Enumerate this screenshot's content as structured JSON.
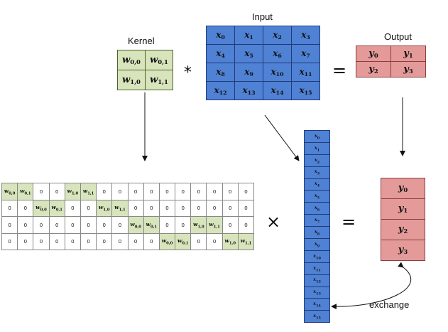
{
  "labels": {
    "kernel": "Kernel",
    "input": "Input",
    "output": "Output",
    "exchange": "exchange"
  },
  "operators": {
    "convolve": "*",
    "equals_top": "=",
    "times": "×",
    "equals_bottom": "="
  },
  "kernel": [
    [
      {
        "s": "w",
        "i": "0,0"
      },
      {
        "s": "w",
        "i": "0,1"
      }
    ],
    [
      {
        "s": "w",
        "i": "1,0"
      },
      {
        "s": "w",
        "i": "1,1"
      }
    ]
  ],
  "input": [
    [
      {
        "s": "x",
        "i": "0"
      },
      {
        "s": "x",
        "i": "1"
      },
      {
        "s": "x",
        "i": "2"
      },
      {
        "s": "x",
        "i": "3"
      }
    ],
    [
      {
        "s": "x",
        "i": "4"
      },
      {
        "s": "x",
        "i": "5"
      },
      {
        "s": "x",
        "i": "6"
      },
      {
        "s": "x",
        "i": "7"
      }
    ],
    [
      {
        "s": "x",
        "i": "8"
      },
      {
        "s": "x",
        "i": "9"
      },
      {
        "s": "x",
        "i": "10"
      },
      {
        "s": "x",
        "i": "11"
      }
    ],
    [
      {
        "s": "x",
        "i": "12"
      },
      {
        "s": "x",
        "i": "13"
      },
      {
        "s": "x",
        "i": "14"
      },
      {
        "s": "x",
        "i": "15"
      }
    ]
  ],
  "output": [
    [
      {
        "s": "y",
        "i": "0"
      },
      {
        "s": "y",
        "i": "1"
      }
    ],
    [
      {
        "s": "y",
        "i": "2"
      },
      {
        "s": "y",
        "i": "3"
      }
    ]
  ],
  "sparse_matrix": [
    [
      "w0,0",
      "w0,1",
      "0",
      "0",
      "w1,0",
      "w1,1",
      "0",
      "0",
      "0",
      "0",
      "0",
      "0",
      "0",
      "0",
      "0",
      "0"
    ],
    [
      "0",
      "0",
      "w0,0",
      "w0,1",
      "0",
      "0",
      "w1,0",
      "w1,1",
      "0",
      "0",
      "0",
      "0",
      "0",
      "0",
      "0",
      "0"
    ],
    [
      "0",
      "0",
      "0",
      "0",
      "0",
      "0",
      "0",
      "0",
      "w0,0",
      "w0,1",
      "0",
      "0",
      "w1,0",
      "w1,1",
      "0",
      "0"
    ],
    [
      "0",
      "0",
      "0",
      "0",
      "0",
      "0",
      "0",
      "0",
      "0",
      "0",
      "w0,0",
      "w0,1",
      "0",
      "0",
      "w1,0",
      "w1,1"
    ]
  ],
  "input_vector": [
    {
      "s": "x",
      "i": "0"
    },
    {
      "s": "x",
      "i": "1"
    },
    {
      "s": "x",
      "i": "2"
    },
    {
      "s": "x",
      "i": "3"
    },
    {
      "s": "x",
      "i": "4"
    },
    {
      "s": "x",
      "i": "5"
    },
    {
      "s": "x",
      "i": "6"
    },
    {
      "s": "x",
      "i": "7"
    },
    {
      "s": "x",
      "i": "8"
    },
    {
      "s": "x",
      "i": "9"
    },
    {
      "s": "x",
      "i": "10"
    },
    {
      "s": "x",
      "i": "11"
    },
    {
      "s": "x",
      "i": "12"
    },
    {
      "s": "x",
      "i": "13"
    },
    {
      "s": "x",
      "i": "14"
    },
    {
      "s": "x",
      "i": "15"
    }
  ],
  "output_vector": [
    {
      "s": "y",
      "i": "0"
    },
    {
      "s": "y",
      "i": "1"
    },
    {
      "s": "y",
      "i": "2"
    },
    {
      "s": "y",
      "i": "3"
    }
  ],
  "colors": {
    "kernel_fill": "#d8e4bc",
    "input_fill": "#4f81d4",
    "output_fill": "#e59a9a"
  }
}
